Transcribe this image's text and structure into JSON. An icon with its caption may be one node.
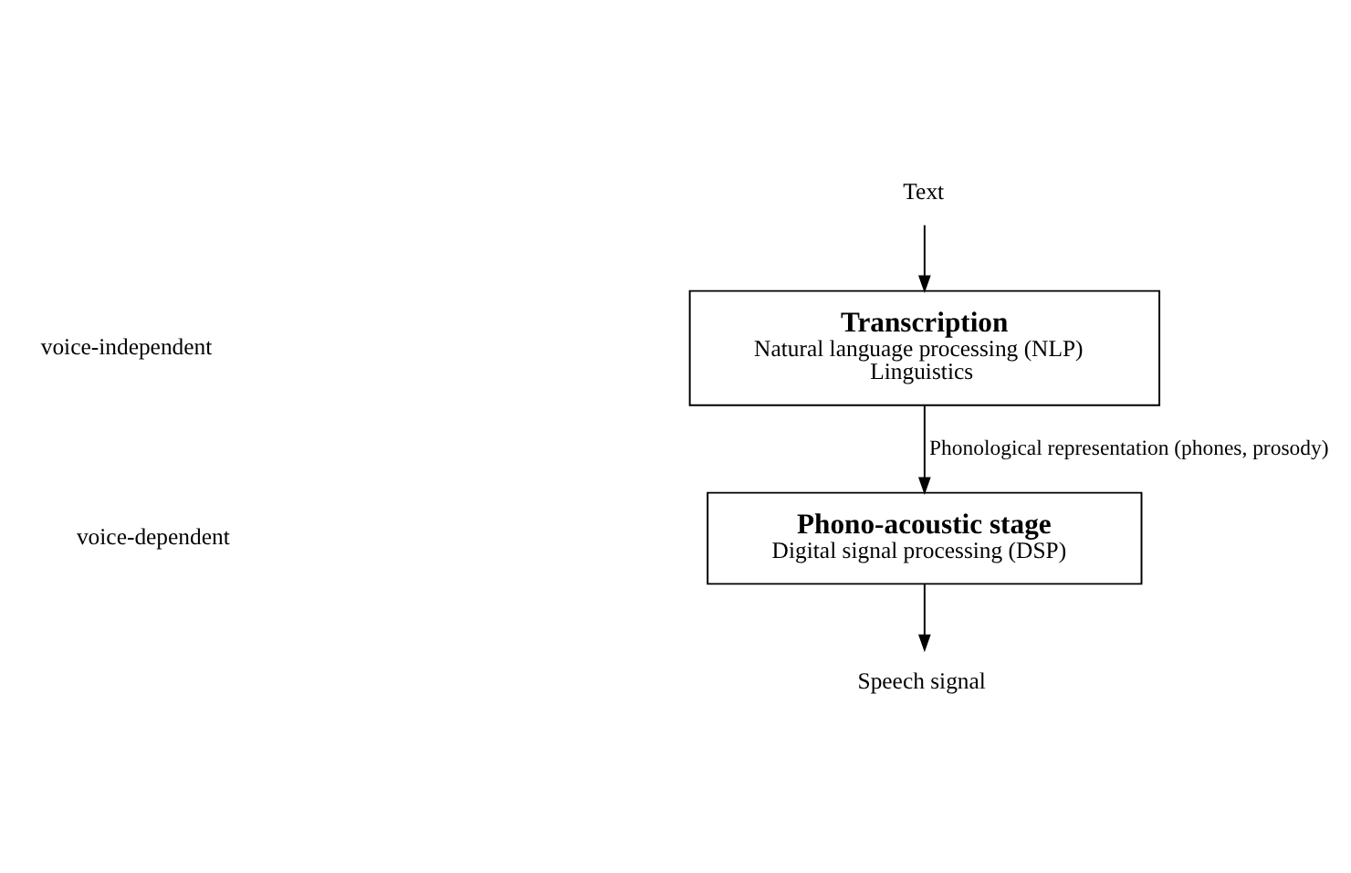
{
  "diagram": {
    "nodes": [
      {
        "text": [
          "Text"
        ]
      },
      {
        "text": [
          "Transcription",
          "Natural language processing (NLP)",
          "Linguistics"
        ]
      },
      {
        "text": [
          "Phono-acoustic stage",
          "Digital signal processing (DSP)"
        ]
      },
      {
        "text": [
          "Speech signal"
        ]
      }
    ],
    "edges": [
      {
        "from": 0,
        "to": 1,
        "arrow": "to"
      },
      {
        "from": 1,
        "to": 2,
        "arrow": "to",
        "label": "Phonological representation (phones, prosody)"
      },
      {
        "from": 2,
        "to": 3,
        "arrow": "to"
      }
    ],
    "labels": [
      "voice-independent",
      "voice-dependent"
    ]
  }
}
